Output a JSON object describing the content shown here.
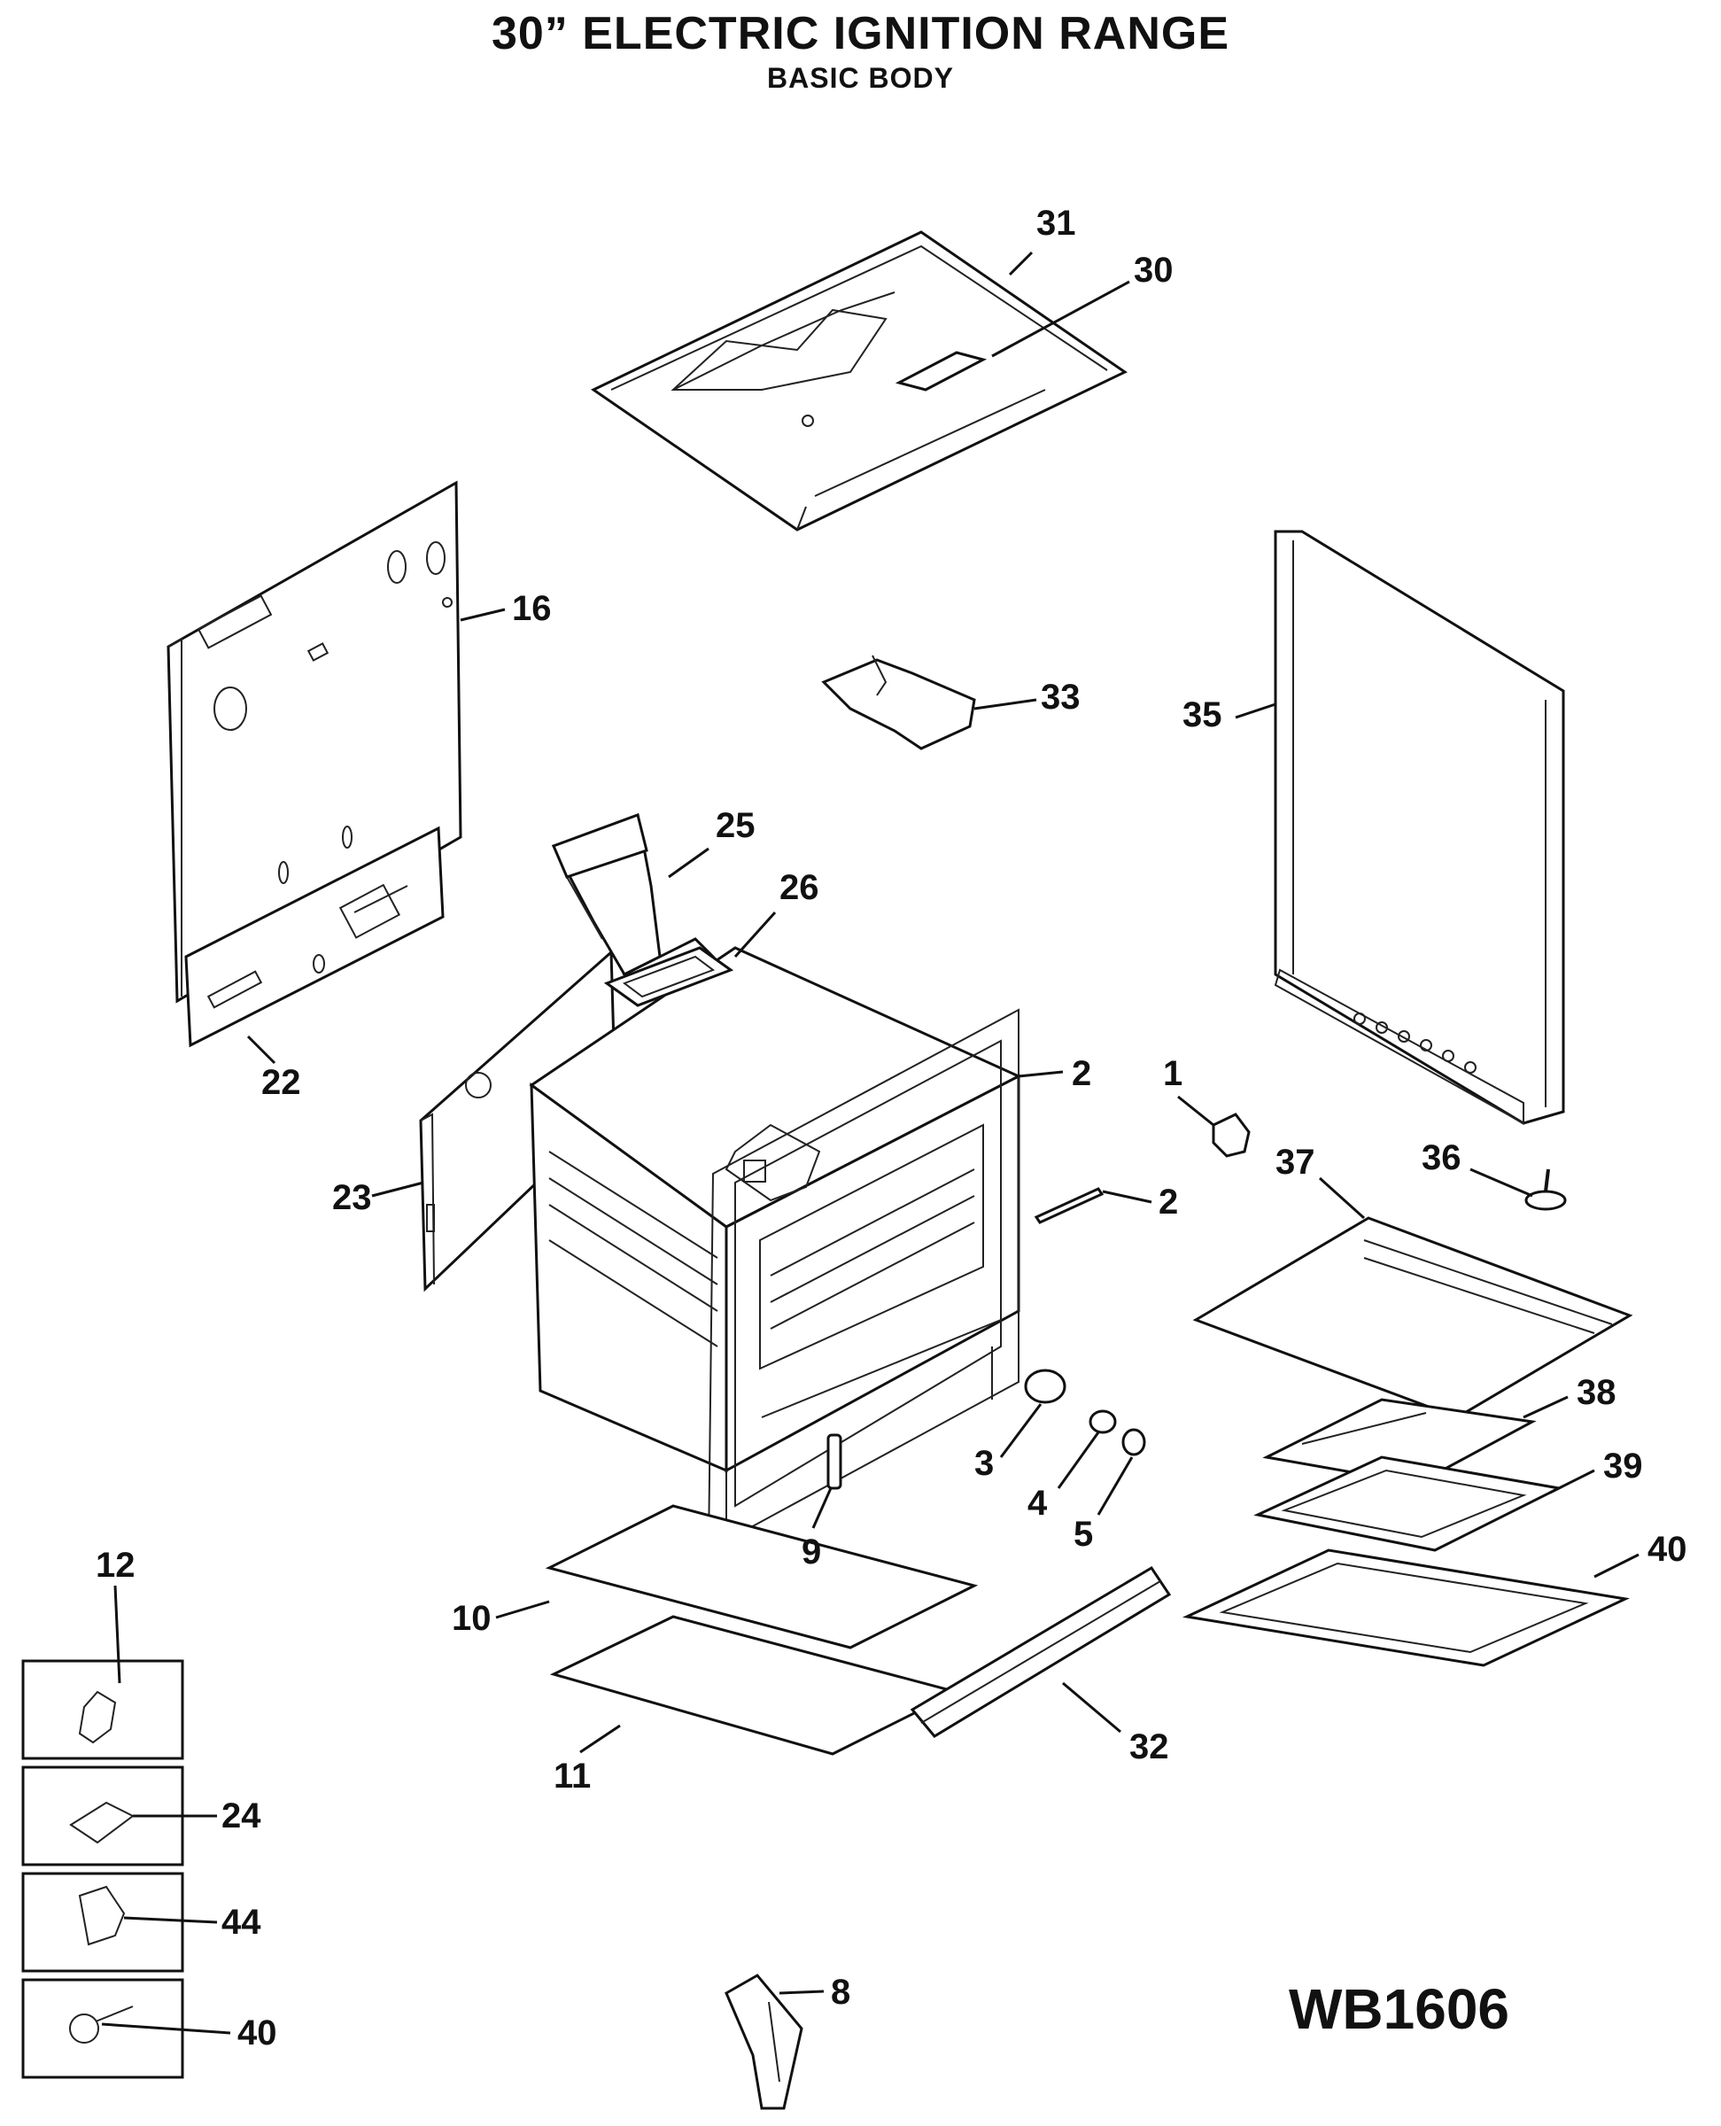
{
  "header": {
    "title": "30” ELECTRIC IGNITION RANGE",
    "subtitle": "BASIC BODY"
  },
  "diagram_code": "WB1606",
  "callouts": [
    {
      "id": "c31",
      "label": "31"
    },
    {
      "id": "c30",
      "label": "30"
    },
    {
      "id": "c16",
      "label": "16"
    },
    {
      "id": "c33",
      "label": "33"
    },
    {
      "id": "c35",
      "label": "35"
    },
    {
      "id": "c25",
      "label": "25"
    },
    {
      "id": "c26",
      "label": "26"
    },
    {
      "id": "c1",
      "label": "1"
    },
    {
      "id": "c2a",
      "label": "2"
    },
    {
      "id": "c2b",
      "label": "2"
    },
    {
      "id": "c22",
      "label": "22"
    },
    {
      "id": "c23",
      "label": "23"
    },
    {
      "id": "c36",
      "label": "36"
    },
    {
      "id": "c37",
      "label": "37"
    },
    {
      "id": "c38",
      "label": "38"
    },
    {
      "id": "c39",
      "label": "39"
    },
    {
      "id": "c40a",
      "label": "40"
    },
    {
      "id": "c3",
      "label": "3"
    },
    {
      "id": "c4",
      "label": "4"
    },
    {
      "id": "c5",
      "label": "5"
    },
    {
      "id": "c9",
      "label": "9"
    },
    {
      "id": "c10",
      "label": "10"
    },
    {
      "id": "c11",
      "label": "11"
    },
    {
      "id": "c32",
      "label": "32"
    },
    {
      "id": "c12",
      "label": "12"
    },
    {
      "id": "c24",
      "label": "24"
    },
    {
      "id": "c44",
      "label": "44"
    },
    {
      "id": "c40b",
      "label": "40"
    },
    {
      "id": "c8",
      "label": "8"
    }
  ]
}
